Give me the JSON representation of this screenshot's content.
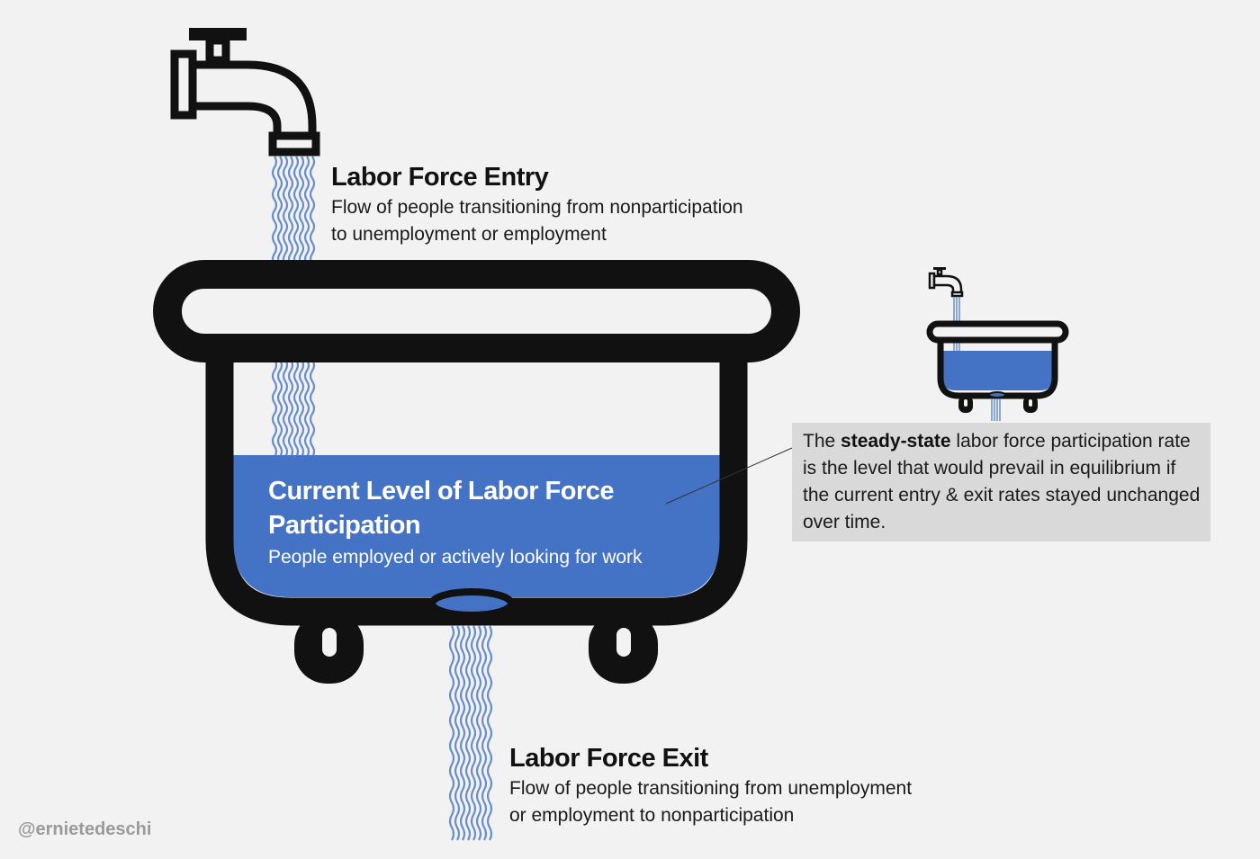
{
  "entry": {
    "title": "Labor Force Entry",
    "line1": "Flow of people transitioning from nonparticipation",
    "line2": "to unemployment or employment"
  },
  "level": {
    "title": "Current Level of Labor Force Participation",
    "subtitle": "People employed or actively looking for work"
  },
  "exit": {
    "title": "Labor Force Exit",
    "line1": "Flow of people transitioning from unemployment",
    "line2": "or employment to nonparticipation"
  },
  "steady_state": {
    "prefix": "The ",
    "bold": "steady-state",
    "suffix": " labor force participation rate is the level that would prevail in equilibrium if the current entry & exit rates stayed unchanged over time."
  },
  "watermark": "@ernietedeschi",
  "colors": {
    "background": "#f2f2f2",
    "outline": "#111111",
    "water": "#4472c4",
    "stream": "#5b84c7",
    "note_box": "#d9d9d9"
  },
  "icons": {
    "main_faucet": "faucet-icon",
    "main_tub": "bathtub-icon",
    "small_faucet": "faucet-icon",
    "small_tub": "bathtub-icon"
  }
}
